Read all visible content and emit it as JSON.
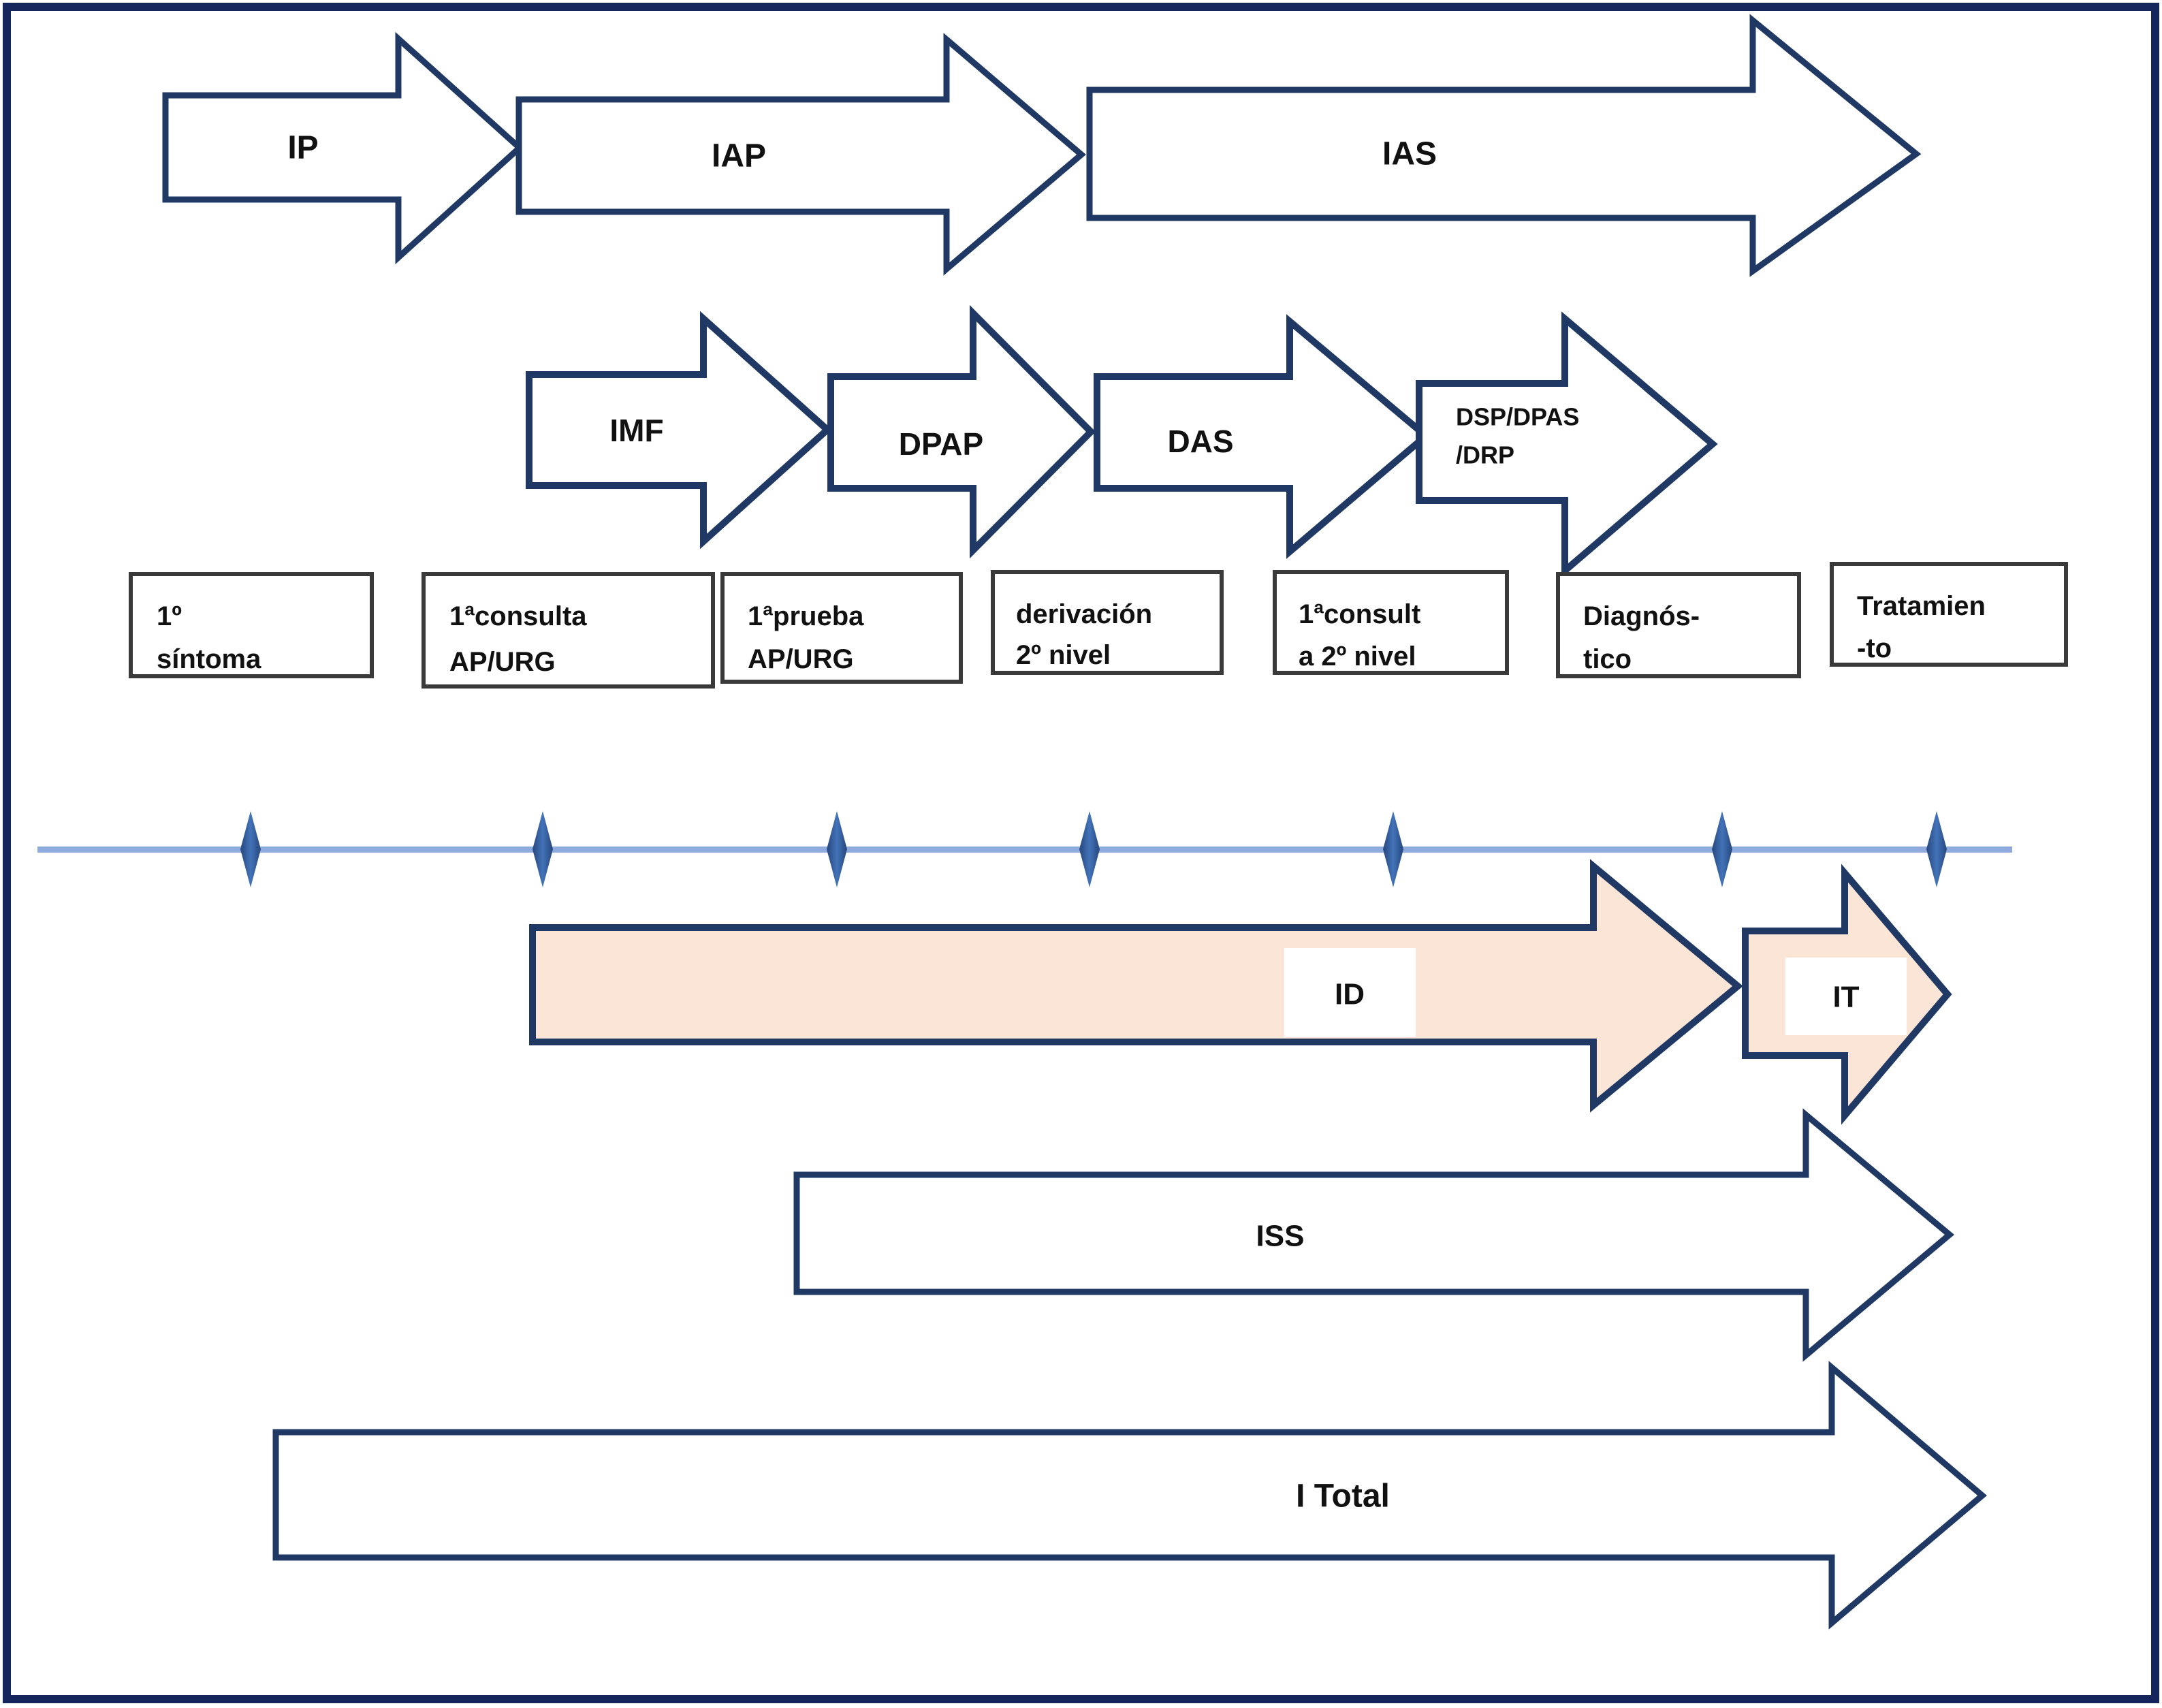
{
  "colors": {
    "frame": "#15265c",
    "arrow_outline": "#1f3864",
    "white_fill": "#ffffff",
    "peach_fill": "#fbe5d6",
    "box_border": "#3a3a3a",
    "timeline_line": "#8faadc",
    "diamond_dark": "#27477e",
    "diamond_light": "#4273b8",
    "text": "#111111"
  },
  "row1_arrows": [
    {
      "label": "IP"
    },
    {
      "label": "IAP"
    },
    {
      "label": "IAS"
    }
  ],
  "row2_arrows": [
    {
      "label": "IMF"
    },
    {
      "label": "DPAP"
    },
    {
      "label": "DAS"
    },
    {
      "label": "DSP/DPAS",
      "label2": "/DRP"
    }
  ],
  "event_boxes": [
    {
      "line1": "1º",
      "line2": "síntoma"
    },
    {
      "line1": "1ªconsulta",
      "line2": "AP/URG"
    },
    {
      "line1": "1ªprueba",
      "line2": "AP/URG"
    },
    {
      "line1": "derivación",
      "line2": "2º nivel"
    },
    {
      "line1": "1ªconsult",
      "line2": "a 2º nivel"
    },
    {
      "line1": "Diagnós-",
      "line2": "tico"
    },
    {
      "line1": "Tratamien",
      "line2": "-to"
    }
  ],
  "timeline": {
    "marker_count": 7
  },
  "interval_arrows": [
    {
      "label": "ID"
    },
    {
      "label": "IT"
    },
    {
      "label": "ISS"
    },
    {
      "label": "I Total"
    }
  ]
}
